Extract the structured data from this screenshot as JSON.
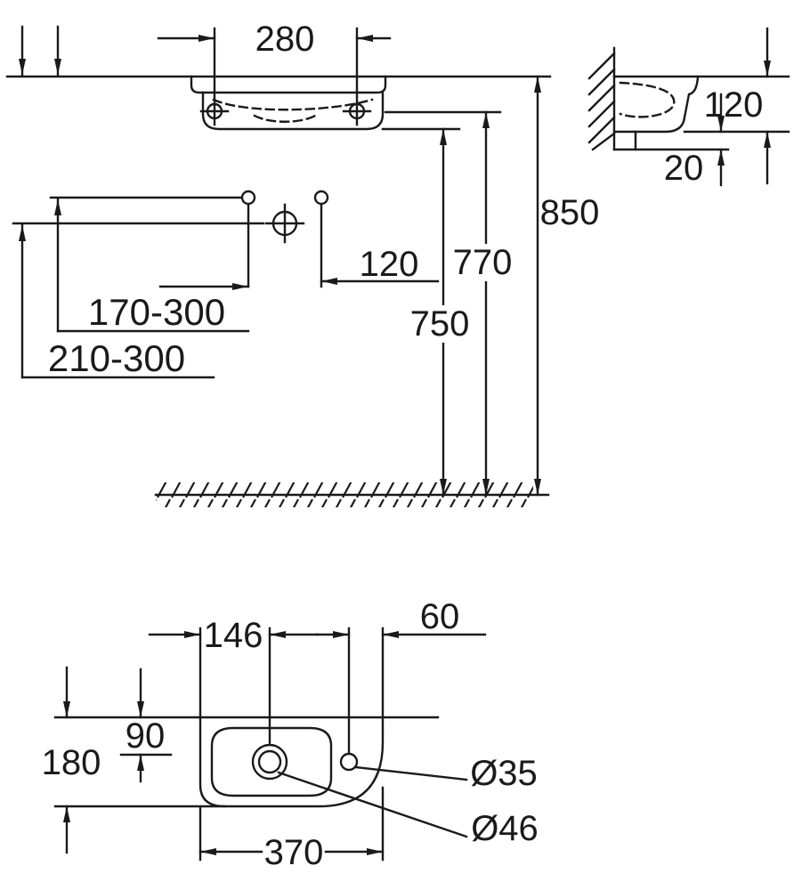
{
  "drawing": {
    "background": "#ffffff",
    "line_color": "#1a1a1a"
  },
  "front_view": {
    "dim_280": "280",
    "dim_850": "850",
    "dim_770": "770",
    "dim_750": "750",
    "dim_120": "120",
    "dim_170_300": "170-300",
    "dim_210_300": "210-300"
  },
  "side_view": {
    "dim_120": "120",
    "dim_20": "20"
  },
  "plan_view": {
    "dim_146": "146",
    "dim_60": "60",
    "dim_90": "90",
    "dim_180": "180",
    "dim_370": "370",
    "dim_dia35": "Ø35",
    "dim_dia46": "Ø46"
  }
}
